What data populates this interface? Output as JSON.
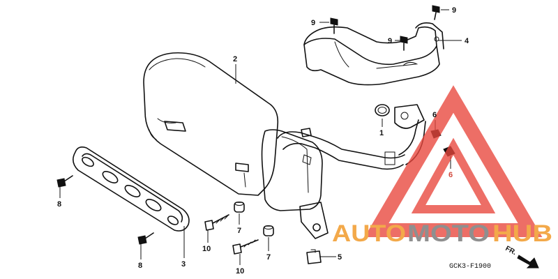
{
  "callouts": {
    "c1": "1",
    "c2": "2",
    "c3": "3",
    "c4": "4",
    "c5": "5",
    "c6a": "6",
    "c6b": "6",
    "c7a": "7",
    "c7b": "7",
    "c8a": "8",
    "c8b": "8",
    "c9a": "9",
    "c9b": "9",
    "c9c": "9",
    "c10a": "10",
    "c10b": "10"
  },
  "diagram_code": "GCK3-F1900",
  "direction_label": "FR.",
  "watermark": {
    "part1": "AUTO",
    "part2": "MOTO",
    "part3": "HUB",
    "colors": {
      "triangle": "#e8463c",
      "orange": "#f3a94a",
      "gray": "#8f8f8f"
    }
  }
}
